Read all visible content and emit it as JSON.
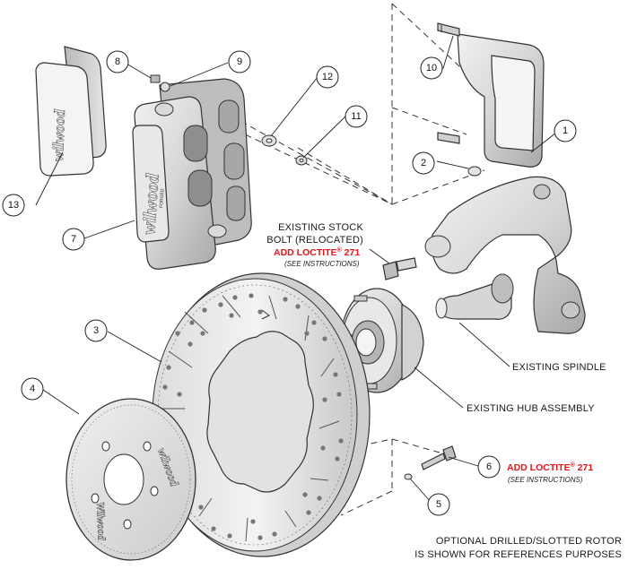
{
  "labels": {
    "existing_stock_bolt_line1": "EXISTING STOCK",
    "existing_stock_bolt_line2": "BOLT (RELOCATED)",
    "add_loctite_1": "ADD LOCTITE",
    "registered_1": "®",
    "loctite_num_1": " 271",
    "see_instructions_1": "(SEE INSTRUCTIONS)",
    "existing_spindle": "EXISTING SPINDLE",
    "existing_hub_assembly": "EXISTING HUB ASSEMBLY",
    "add_loctite_2": "ADD LOCTITE",
    "registered_2": "®",
    "loctite_num_2": " 271",
    "see_instructions_2": "(SEE INSTRUCTIONS)",
    "note_line1": "OPTIONAL DRILLED/SLOTTED ROTOR",
    "note_line2": "IS SHOWN FOR REFERENCES PURPOSES"
  },
  "callouts": {
    "c1": "1",
    "c2": "2",
    "c3": "3",
    "c4": "4",
    "c5": "5",
    "c6": "6",
    "c7": "7",
    "c8": "8",
    "c9": "9",
    "c10": "10",
    "c11": "11",
    "c12": "12",
    "c13": "13"
  },
  "logos": {
    "pad_logo": "wilwood",
    "caliper_logo": "wilwood",
    "caliper_small_text": "FORGED",
    "hat_logo": "wilwood",
    "hat_text": "Wilwood"
  },
  "colors": {
    "red_text": "#e8141b",
    "line": "#222222",
    "part_fill_light": "#ececec",
    "part_fill_mid": "#cfcfcf",
    "part_fill_dark": "#9a9a9a"
  }
}
